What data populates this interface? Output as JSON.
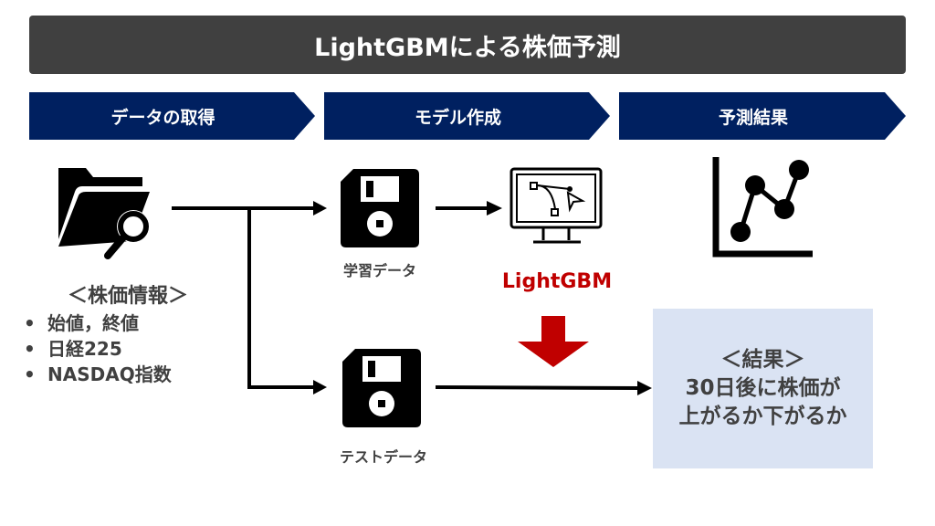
{
  "title": "LightGBMによる株価予測",
  "steps": [
    {
      "label": "データの取得"
    },
    {
      "label": "モデル作成"
    },
    {
      "label": "予測結果"
    }
  ],
  "stock_info": {
    "heading": "＜株価情報＞",
    "items": [
      "始値，終値",
      "日経225",
      "NASDAQ指数"
    ]
  },
  "training_data_label": "学習データ",
  "test_data_label": "テストデータ",
  "model_label": "LightGBM",
  "result": {
    "heading": "＜結果＞",
    "line1": "30日後に株価が",
    "line2": "上がるか下がるか"
  },
  "icons": {
    "data_source": "folder-search-icon",
    "training": "floppy-disk-icon",
    "test": "floppy-disk-icon",
    "model": "monitor-bezier-icon",
    "result": "line-chart-icon",
    "down_arrow": "red-down-arrow-icon"
  },
  "colors": {
    "title_bg": "#404040",
    "step_bg": "#002060",
    "accent_red": "#c00000",
    "result_bg": "#dae3f3",
    "text": "#404040"
  }
}
